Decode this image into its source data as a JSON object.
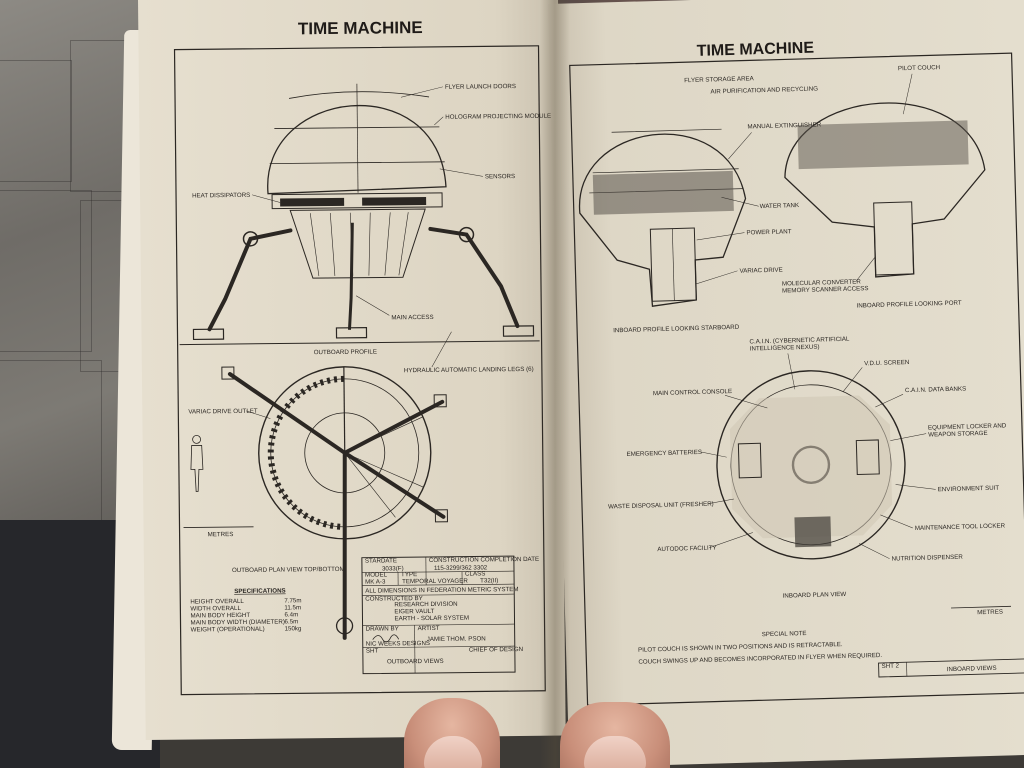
{
  "left_page": {
    "title": "TIME MACHINE",
    "callouts": {
      "flyer_launch_doors": "FLYER LAUNCH DOORS",
      "hologram_modules": "HOLOGRAM PROJECTING MODULES",
      "sensors": "SENSORS",
      "heat_dissipators": "HEAT DISSIPATORS",
      "main_access": "MAIN ACCESS",
      "outboard_profile": "OUTBOARD PROFILE",
      "landing_legs": "HYDRAULIC AUTOMATIC LANDING LEGS (6)",
      "variac_drive_outlet": "VARIAC DRIVE OUTLET",
      "plan_view": "OUTBOARD PLAN VIEW TOP/BOTTOM",
      "scale_unit": "METRES"
    },
    "specifications": {
      "heading": "SPECIFICATIONS",
      "rows": [
        {
          "label": "HEIGHT OVERALL",
          "value": "7.75m"
        },
        {
          "label": "WIDTH OVERALL",
          "value": "11.5m"
        },
        {
          "label": "MAIN BODY HEIGHT",
          "value": "6.4m"
        },
        {
          "label": "MAIN BODY WIDTH (DIAMETER)",
          "value": "6.5m"
        },
        {
          "label": "WEIGHT (OPERATIONAL)",
          "value": "150kg"
        }
      ]
    },
    "title_block": {
      "stardate_label": "STARDATE",
      "stardate": "3033(F)",
      "construction_label": "CONSTRUCTION COMPLETION DATE",
      "construction": "115-3299/362 3302",
      "model_label": "MODEL",
      "model": "MK A-3",
      "type_label": "TYPE",
      "type": "TEMPORAL VOYAGER",
      "class_label": "CLASS",
      "class": "T32(II)",
      "units_note": "ALL DIMENSIONS IN FEDERATION METRIC SYSTEM",
      "constructed_by_label": "CONSTRUCTED BY",
      "constructed_by_1": "RESEARCH DIVISION",
      "constructed_by_2": "EIGER VAULT",
      "constructed_by_3": "EARTH - SOLAR SYSTEM",
      "drawn_by_label": "DRAWN BY",
      "drawn_by": "NIC WEEKS DESIGNS",
      "artist_label": "ARTIST",
      "artist": "JAMIE THOM. PSON",
      "sheet_label": "SHT",
      "sheet_title": "OUTBOARD VIEWS",
      "chief_label": "CHIEF OF DESIGN"
    }
  },
  "right_page": {
    "title": "TIME MACHINE",
    "callouts": {
      "flyer_storage": "FLYER STORAGE AREA",
      "air_purification": "AIR PURIFICATION AND RECYCLING",
      "pilot_couch": "PILOT COUCH",
      "manual_extinguisher": "MANUAL EXTINGUISHER",
      "water_tank": "WATER TANK",
      "power_plant": "POWER PLANT",
      "variac_drive": "VARIAC DRIVE",
      "molecular_converter": "MOLECULAR CONVERTER",
      "memory_scanner": "MEMORY SCANNER ACCESS",
      "inboard_starboard": "INBOARD PROFILE LOOKING STARBOARD",
      "inboard_port": "INBOARD PROFILE LOOKING PORT",
      "cain_1": "C.A.I.N. (CYBERNETIC ARTIFICIAL",
      "cain_2": "INTELLIGENCE NEXUS)",
      "vdu_screen": "V.D.U. SCREEN",
      "main_console": "MAIN CONTROL CONSOLE",
      "cain_banks": "C.A.I.N. DATA BANKS",
      "equipment_locker_1": "EQUIPMENT LOCKER AND",
      "equipment_locker_2": "WEAPON STORAGE",
      "emergency_batteries": "EMERGENCY BATTERIES",
      "environment_suit": "ENVIRONMENT SUIT",
      "waste_disposal": "WASTE DISPOSAL UNIT (FRESHER)",
      "maintenance_locker": "MAINTENANCE TOOL LOCKER",
      "autodoc": "AUTODOC FACILITY",
      "nutrition": "NUTRITION DISPENSER",
      "inboard_plan": "INBOARD PLAN VIEW",
      "scale_unit": "METRES"
    },
    "note_heading": "SPECIAL NOTE",
    "note_line1": "PILOT COUCH IS SHOWN IN TWO POSITIONS AND IS RETRACTABLE.",
    "note_line2": "COUCH SWINGS UP AND BECOMES INCORPORATED IN FLYER WHEN REQUIRED.",
    "sheet_label": "SHT 2",
    "sheet_title": "INBOARD VIEWS"
  }
}
